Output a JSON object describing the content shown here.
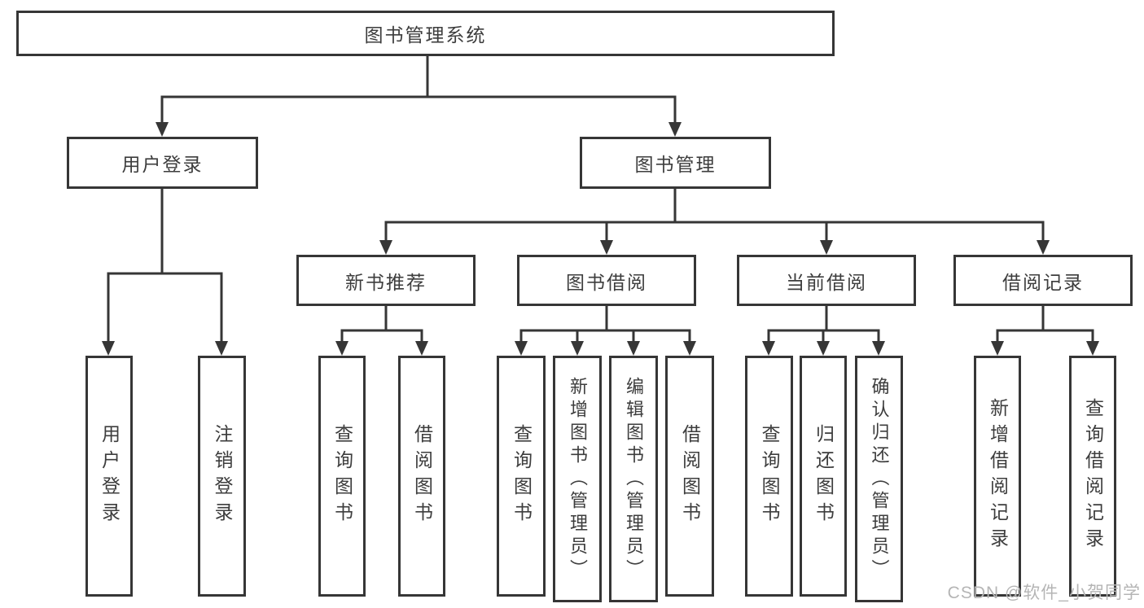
{
  "tree": {
    "root": {
      "label": "图书管理系统",
      "children": [
        {
          "label": "用户登录",
          "children": [
            {
              "label": "用户登录"
            },
            {
              "label": "注销登录"
            }
          ]
        },
        {
          "label": "图书管理",
          "children": [
            {
              "label": "新书推荐",
              "children": [
                {
                  "label": "查询图书"
                },
                {
                  "label": "借阅图书"
                }
              ]
            },
            {
              "label": "图书借阅",
              "children": [
                {
                  "label": "查询图书"
                },
                {
                  "label": "新增图书（管理员）"
                },
                {
                  "label": "编辑图书（管理员）"
                },
                {
                  "label": "借阅图书"
                }
              ]
            },
            {
              "label": "当前借阅",
              "children": [
                {
                  "label": "查询图书"
                },
                {
                  "label": "归还图书"
                },
                {
                  "label": "确认归还（管理员）"
                }
              ]
            },
            {
              "label": "借阅记录",
              "children": [
                {
                  "label": "新增借阅记录"
                },
                {
                  "label": "查询借阅记录"
                }
              ]
            }
          ]
        }
      ]
    }
  },
  "watermark": "CSDN @软件_小贺同学",
  "colors": {
    "line": "#363636",
    "text": "#3d3d3d",
    "box_fill": "#ffffff",
    "watermark": "#b5b5b5",
    "background": "#ffffff"
  }
}
